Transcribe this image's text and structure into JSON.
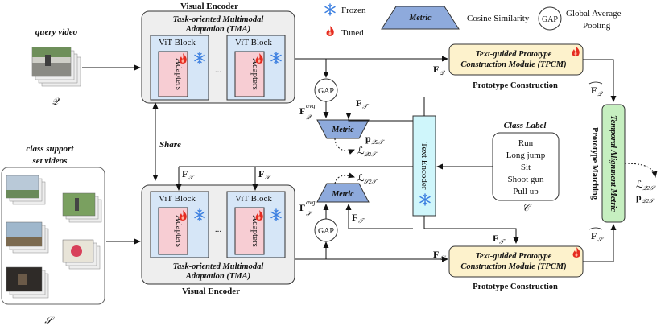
{
  "legend": {
    "frozen": "Frozen",
    "tuned": "Tuned",
    "metric_badge": "Metric",
    "cosine": "Cosine Similarity",
    "gap_badge": "GAP",
    "gap_line1": "Global Average",
    "gap_line2": "Pooling"
  },
  "query": {
    "title": "query video",
    "symbol": "𝒬"
  },
  "support": {
    "title_line1": "class support",
    "title_line2": "set videos",
    "symbol": "𝒮"
  },
  "encoder_top": {
    "title": "Visual Encoder",
    "tma_line1": "Task-oriented Multimodal",
    "tma_line2": "Adaptation (TMA)",
    "block1": "ViT Block",
    "block2": "ViT Block",
    "adapters1": "Adapters",
    "adapters2": "Adapters",
    "ellipsis": "..."
  },
  "encoder_bottom": {
    "title": "Visual Encoder",
    "tma_line1": "Task-oriented Multimodal",
    "tma_line2": "Adaptation (TMA)",
    "block1": "ViT Block",
    "block2": "ViT Block",
    "adapters1": "Adapters",
    "adapters2": "Adapters",
    "ellipsis": "..."
  },
  "share": "Share",
  "gap_top": "GAP",
  "gap_bottom": "GAP",
  "metric_top": "Metric",
  "metric_bottom": "Metric",
  "text_encoder": "Text Encoder",
  "class_label": {
    "title": "Class Label",
    "items": [
      "Run",
      "Long jump",
      "Sit",
      "Shoot gun",
      "Pull up"
    ],
    "symbol": "𝒞"
  },
  "tpcm_top": {
    "line1": "Text-guided Prototype",
    "line2": "Construction Module (TPCM)",
    "caption": "Prototype Construction"
  },
  "tpcm_bottom": {
    "line1": "Text-guided Prototype",
    "line2": "Construction Module (TPCM)",
    "caption": "Prototype Construction"
  },
  "tam": {
    "label": "Temporal Alignment Metric",
    "caption": "Prototype Matching"
  },
  "symbols": {
    "F": "F",
    "sub_Q": "𝒬",
    "sub_S": "𝒮",
    "sub_T": "𝒯",
    "avg": "avg",
    "p": "p",
    "L": "ℒ",
    "sub_Q2T": "𝒬2𝒯",
    "sub_S2T": "𝒮2𝒯",
    "sub_Q2S": "𝒬2𝒮"
  },
  "colors": {
    "encoder_bg": "#eeeeee",
    "block_bg": "#d6e6f7",
    "adapter_bg": "#f7cdd3",
    "tpcm_bg": "#fdf2cc",
    "text_enc_bg": "#cff6fb",
    "tam_bg": "#c6efc0",
    "metric_fill": "#8eaadc",
    "snow": "#3a7ee0",
    "flame": "#e52c20"
  }
}
